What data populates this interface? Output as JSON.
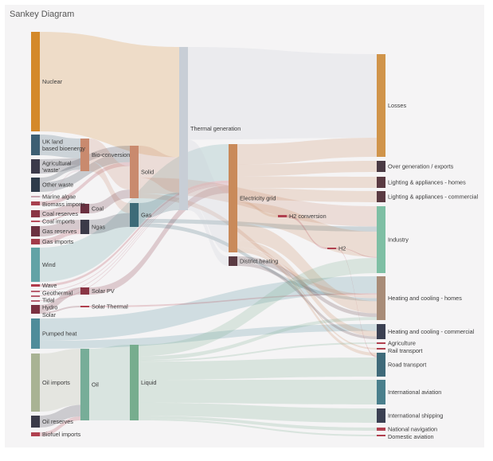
{
  "chart_data": {
    "type": "sankey",
    "title": "Sankey Diagram",
    "nodes": [
      {
        "name": "Nuclear",
        "color": "#d4892a"
      },
      {
        "name": "UK land based bioenergy",
        "color": "#3d5f73"
      },
      {
        "name": "Agricultural 'waste'",
        "color": "#3b3a4a"
      },
      {
        "name": "Other waste",
        "color": "#2e3b4a"
      },
      {
        "name": "Marine algae",
        "color": "#c9a5b0"
      },
      {
        "name": "Biomass imports",
        "color": "#a8404f"
      },
      {
        "name": "Coal reserves",
        "color": "#8a3545"
      },
      {
        "name": "Coal imports",
        "color": "#b84c5c"
      },
      {
        "name": "Gas reserves",
        "color": "#6b3040"
      },
      {
        "name": "Gas imports",
        "color": "#a33a4a"
      },
      {
        "name": "Wind",
        "color": "#62a3a6"
      },
      {
        "name": "Wave",
        "color": "#b03a4a"
      },
      {
        "name": "Geothermal",
        "color": "#b86070"
      },
      {
        "name": "Tidal",
        "color": "#b86070"
      },
      {
        "name": "Hydro",
        "color": "#b86070"
      },
      {
        "name": "Solar",
        "color": "#7a3040"
      },
      {
        "name": "Pumped heat",
        "color": "#4f8c9a"
      },
      {
        "name": "Oil imports",
        "color": "#a9b394"
      },
      {
        "name": "Oil reserves",
        "color": "#3a3a48"
      },
      {
        "name": "Biofuel imports",
        "color": "#b0404f"
      },
      {
        "name": "Bio-conversion",
        "color": "#c98a6e"
      },
      {
        "name": "Coal",
        "color": "#6b3040"
      },
      {
        "name": "Ngas",
        "color": "#3b3a48"
      },
      {
        "name": "Solar PV",
        "color": "#8a3545"
      },
      {
        "name": "Solar Thermal",
        "color": "#b0404f"
      },
      {
        "name": "Oil",
        "color": "#77ad98"
      },
      {
        "name": "Solid",
        "color": "#c98a6e"
      },
      {
        "name": "Gas",
        "color": "#3d6b78"
      },
      {
        "name": "Liquid",
        "color": "#77ad8e"
      },
      {
        "name": "Thermal generation",
        "color": "#c8ced6"
      },
      {
        "name": "Electricity grid",
        "color": "#c98a5a"
      },
      {
        "name": "District heating",
        "color": "#5a3a42"
      },
      {
        "name": "H2 conversion",
        "color": "#b0404f"
      },
      {
        "name": "H2",
        "color": "#b0404f"
      },
      {
        "name": "Losses",
        "color": "#d0944a"
      },
      {
        "name": "Over generation / exports",
        "color": "#4a3a44"
      },
      {
        "name": "Lighting & appliances - homes",
        "color": "#5a3a42"
      },
      {
        "name": "Lighting & appliances - commercial",
        "color": "#5a3a42"
      },
      {
        "name": "Industry",
        "color": "#7ebfa4"
      },
      {
        "name": "Heating and cooling - homes",
        "color": "#a88c78"
      },
      {
        "name": "Heating and cooling - commercial",
        "color": "#3b4052"
      },
      {
        "name": "Agriculture",
        "color": "#b0404f"
      },
      {
        "name": "Rail transport",
        "color": "#b0404f"
      },
      {
        "name": "Road transport",
        "color": "#3f6a7a"
      },
      {
        "name": "International aviation",
        "color": "#4a7f8c"
      },
      {
        "name": "International shipping",
        "color": "#3b4052"
      },
      {
        "name": "National navigation",
        "color": "#b0404f"
      },
      {
        "name": "Domestic aviation",
        "color": "#b0404f"
      }
    ],
    "links": [
      {
        "source": 0,
        "target": 29,
        "value": 125
      },
      {
        "source": 1,
        "target": 20,
        "value": 26
      },
      {
        "source": 2,
        "target": 20,
        "value": 9
      },
      {
        "source": 2,
        "target": 26,
        "value": 9
      },
      {
        "source": 3,
        "target": 20,
        "value": 6
      },
      {
        "source": 3,
        "target": 26,
        "value": 12
      },
      {
        "source": 4,
        "target": 20,
        "value": 2
      },
      {
        "source": 5,
        "target": 26,
        "value": 5
      },
      {
        "source": 6,
        "target": 21,
        "value": 9
      },
      {
        "source": 7,
        "target": 21,
        "value": 2
      },
      {
        "source": 8,
        "target": 22,
        "value": 13
      },
      {
        "source": 9,
        "target": 22,
        "value": 7
      },
      {
        "source": 10,
        "target": 30,
        "value": 43
      },
      {
        "source": 11,
        "target": 30,
        "value": 3
      },
      {
        "source": 12,
        "target": 30,
        "value": 1
      },
      {
        "source": 13,
        "target": 30,
        "value": 1
      },
      {
        "source": 14,
        "target": 30,
        "value": 1
      },
      {
        "source": 15,
        "target": 23,
        "value": 9
      },
      {
        "source": 15,
        "target": 24,
        "value": 2
      },
      {
        "source": 16,
        "target": 39,
        "value": 28
      },
      {
        "source": 16,
        "target": 40,
        "value": 10
      },
      {
        "source": 17,
        "target": 25,
        "value": 73
      },
      {
        "source": 18,
        "target": 25,
        "value": 15
      },
      {
        "source": 19,
        "target": 25,
        "value": 5
      },
      {
        "source": 20,
        "target": 26,
        "value": 30
      },
      {
        "source": 20,
        "target": 27,
        "value": 13
      },
      {
        "source": 21,
        "target": 26,
        "value": 11
      },
      {
        "source": 22,
        "target": 27,
        "value": 18
      },
      {
        "source": 23,
        "target": 30,
        "value": 9
      },
      {
        "source": 24,
        "target": 39,
        "value": 2
      },
      {
        "source": 25,
        "target": 28,
        "value": 95
      },
      {
        "source": 26,
        "target": 29,
        "value": 40
      },
      {
        "source": 26,
        "target": 38,
        "value": 20
      },
      {
        "source": 26,
        "target": 39,
        "value": 6
      },
      {
        "source": 27,
        "target": 29,
        "value": 20
      },
      {
        "source": 27,
        "target": 38,
        "value": 5
      },
      {
        "source": 27,
        "target": 39,
        "value": 5
      },
      {
        "source": 29,
        "target": 34,
        "value": 105
      },
      {
        "source": 29,
        "target": 30,
        "value": 70
      },
      {
        "source": 29,
        "target": 31,
        "value": 10
      },
      {
        "source": 30,
        "target": 34,
        "value": 24
      },
      {
        "source": 30,
        "target": 35,
        "value": 14
      },
      {
        "source": 30,
        "target": 36,
        "value": 14
      },
      {
        "source": 30,
        "target": 37,
        "value": 14
      },
      {
        "source": 30,
        "target": 32,
        "value": 3
      },
      {
        "source": 30,
        "target": 38,
        "value": 25
      },
      {
        "source": 30,
        "target": 39,
        "value": 20
      },
      {
        "source": 30,
        "target": 40,
        "value": 8
      },
      {
        "source": 30,
        "target": 42,
        "value": 2
      },
      {
        "source": 30,
        "target": 43,
        "value": 4
      },
      {
        "source": 31,
        "target": 39,
        "value": 6
      },
      {
        "source": 31,
        "target": 40,
        "value": 4
      },
      {
        "source": 32,
        "target": 33,
        "value": 3
      },
      {
        "source": 33,
        "target": 38,
        "value": 1
      },
      {
        "source": 33,
        "target": 43,
        "value": 2
      },
      {
        "source": 28,
        "target": 38,
        "value": 15
      },
      {
        "source": 28,
        "target": 39,
        "value": 5
      },
      {
        "source": 28,
        "target": 41,
        "value": 2
      },
      {
        "source": 28,
        "target": 43,
        "value": 24
      },
      {
        "source": 28,
        "target": 44,
        "value": 30
      },
      {
        "source": 28,
        "target": 45,
        "value": 17
      },
      {
        "source": 28,
        "target": 46,
        "value": 4
      },
      {
        "source": 28,
        "target": 47,
        "value": 2
      }
    ]
  }
}
